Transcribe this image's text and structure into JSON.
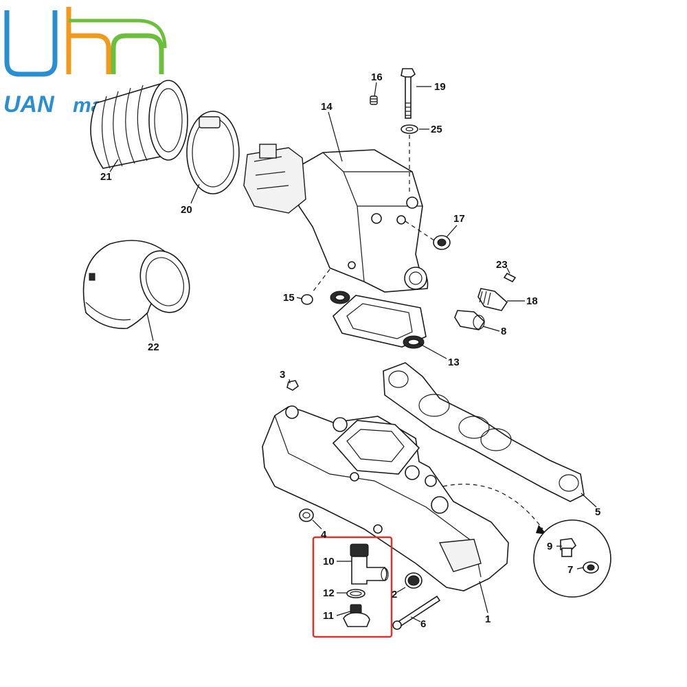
{
  "brand": {
    "name": "UAN marine",
    "word_uan": "UAN",
    "word_marine": "marine",
    "color_uan": "#2a8fd0",
    "color_marine": "#2a8fd0",
    "logo_colors": [
      "#2a8fd0",
      "#f29a1e",
      "#6cbf3c"
    ]
  },
  "highlight_color": "#d9342b",
  "callouts": [
    {
      "id": "1",
      "text": "1"
    },
    {
      "id": "2",
      "text": "2"
    },
    {
      "id": "3",
      "text": "3"
    },
    {
      "id": "4",
      "text": "4"
    },
    {
      "id": "5",
      "text": "5"
    },
    {
      "id": "6",
      "text": "6"
    },
    {
      "id": "7",
      "text": "7"
    },
    {
      "id": "8",
      "text": "8"
    },
    {
      "id": "9",
      "text": "9"
    },
    {
      "id": "10",
      "text": "10"
    },
    {
      "id": "11",
      "text": "11"
    },
    {
      "id": "12",
      "text": "12"
    },
    {
      "id": "13",
      "text": "13"
    },
    {
      "id": "14",
      "text": "14"
    },
    {
      "id": "15",
      "text": "15"
    },
    {
      "id": "16",
      "text": "16"
    },
    {
      "id": "17",
      "text": "17"
    },
    {
      "id": "18",
      "text": "18"
    },
    {
      "id": "19",
      "text": "19"
    },
    {
      "id": "20",
      "text": "20"
    },
    {
      "id": "21",
      "text": "21"
    },
    {
      "id": "22",
      "text": "22"
    },
    {
      "id": "23",
      "text": "23"
    },
    {
      "id": "25",
      "text": "25"
    }
  ]
}
